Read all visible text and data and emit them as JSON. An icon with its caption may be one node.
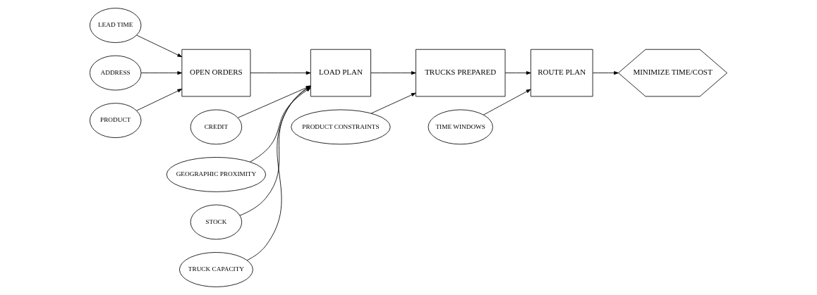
{
  "diagram": {
    "nodes": [
      {
        "text": [
          "LEAD TIME"
        ]
      },
      {
        "text": [
          "CREDIT"
        ]
      },
      {
        "text": [
          "GEOGRAPHIC PROXIMITY"
        ]
      },
      {
        "text": [
          "PRODUCT CONSTRAINTS"
        ]
      },
      {
        "text": [
          "TIME WINDOWS"
        ]
      },
      {
        "text": [
          "OPEN ORDERS"
        ]
      },
      {
        "text": [
          "LOAD PLAN"
        ]
      },
      {
        "text": [
          "TRUCKS PREPARED"
        ]
      },
      {
        "text": [
          "ROUTE PLAN"
        ]
      },
      {
        "text": [
          "MINIMIZE TIME/COST"
        ]
      },
      {
        "text": [
          "ADDRESS"
        ]
      },
      {
        "text": [
          "PRODUCT"
        ]
      },
      {
        "text": [
          "STOCK"
        ]
      },
      {
        "text": [
          "TRUCK CAPACITY"
        ]
      }
    ],
    "edges": [
      {
        "from": 0,
        "to": 5,
        "arrow": "to"
      },
      {
        "from": 10,
        "to": 5,
        "arrow": "to"
      },
      {
        "from": 11,
        "to": 5,
        "arrow": "to"
      },
      {
        "from": 5,
        "to": 6,
        "arrow": "to"
      },
      {
        "from": 1,
        "to": 6,
        "arrow": "to"
      },
      {
        "from": 2,
        "to": 6,
        "arrow": "to"
      },
      {
        "from": 12,
        "to": 6,
        "arrow": "to"
      },
      {
        "from": 13,
        "to": 6,
        "arrow": "to"
      },
      {
        "from": 6,
        "to": 7,
        "arrow": "to"
      },
      {
        "from": 3,
        "to": 7,
        "arrow": "to"
      },
      {
        "from": 7,
        "to": 8,
        "arrow": "to"
      },
      {
        "from": 4,
        "to": 8,
        "arrow": "to"
      },
      {
        "from": 8,
        "to": 9,
        "arrow": "to"
      }
    ]
  }
}
